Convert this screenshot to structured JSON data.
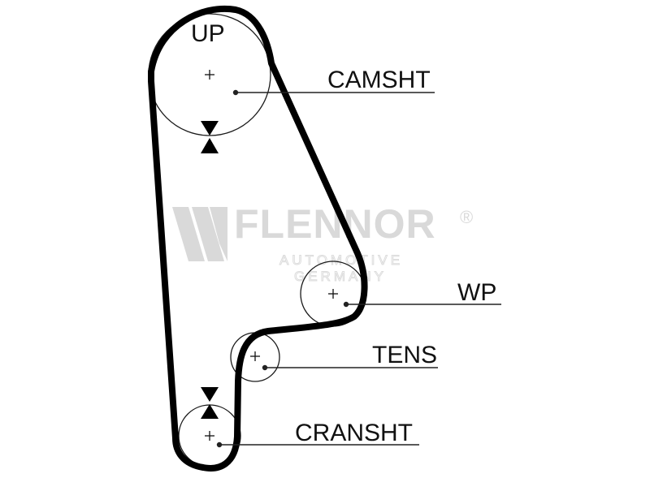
{
  "diagram": {
    "labels": {
      "up": "UP",
      "camshaft": "CAMSHT",
      "water_pump": "WP",
      "tensioner": "TENS",
      "crankshaft": "CRANSHT"
    },
    "watermark": {
      "brand": "FLENNOR",
      "registered": "®",
      "line1": "AUTOMOTIVE",
      "line2": "GERMANY"
    },
    "colors": {
      "belt": "#000000",
      "pulley": "#1a1a1a",
      "watermark": "#d9d9d9"
    }
  }
}
